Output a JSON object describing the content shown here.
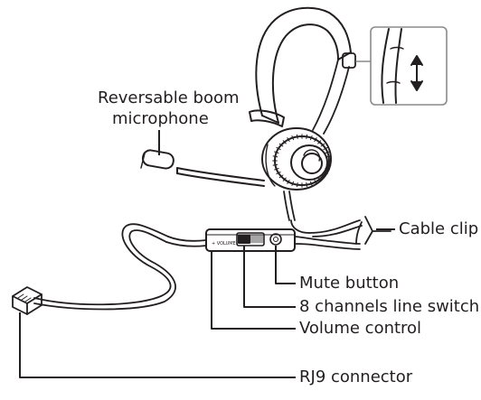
{
  "labels": {
    "boom_line1": "Reversable boom",
    "boom_line2": "microphone",
    "cable_clip": "Cable clip",
    "mute": "Mute button",
    "line_switch": "8 channels line switch",
    "volume": "Volume control",
    "rj9": "RJ9 connector"
  },
  "control_box_text": "+ VOLUME −",
  "colors": {
    "ink": "#231f20",
    "paper": "#ffffff"
  },
  "icons": {
    "adjust_arrow": "double-arrow-up-down"
  }
}
